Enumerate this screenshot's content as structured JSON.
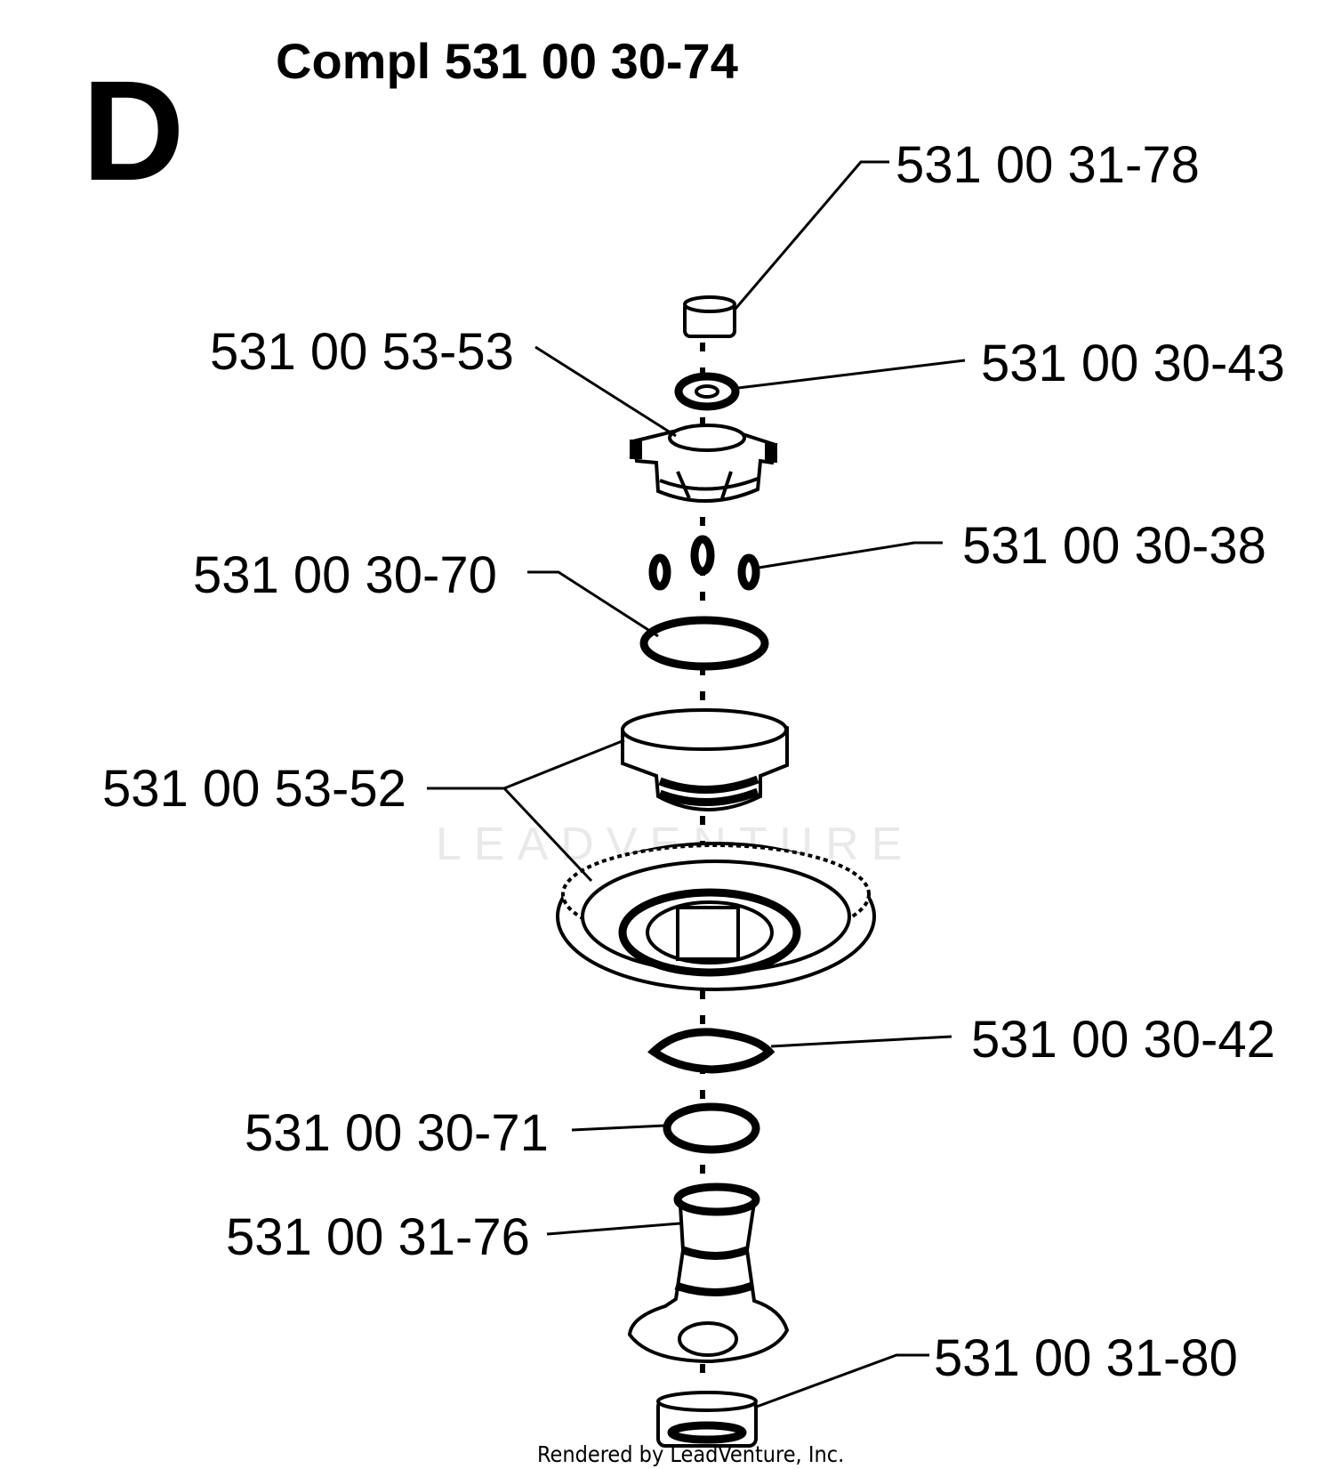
{
  "section_letter": "D",
  "title": "Compl 531 00 30-74",
  "watermark": "LEADVENTURE",
  "credit": "Rendered by LeadVenture, Inc.",
  "parts": [
    {
      "key": "nut_top",
      "part_number": "531 00 31-78"
    },
    {
      "key": "cover",
      "part_number": "531 00 53-53"
    },
    {
      "key": "washer_top",
      "part_number": "531 00 30-43"
    },
    {
      "key": "pins",
      "part_number": "531 00 30-38"
    },
    {
      "key": "ring_upper",
      "part_number": "531 00 30-70"
    },
    {
      "key": "gear_assembly",
      "part_number": "531 00 53-52"
    },
    {
      "key": "washer_lower",
      "part_number": "531 00 30-42"
    },
    {
      "key": "ring_lower",
      "part_number": "531 00 30-71"
    },
    {
      "key": "shaft",
      "part_number": "531 00 31-76"
    },
    {
      "key": "nut_bottom",
      "part_number": "531 00 31-80"
    }
  ]
}
